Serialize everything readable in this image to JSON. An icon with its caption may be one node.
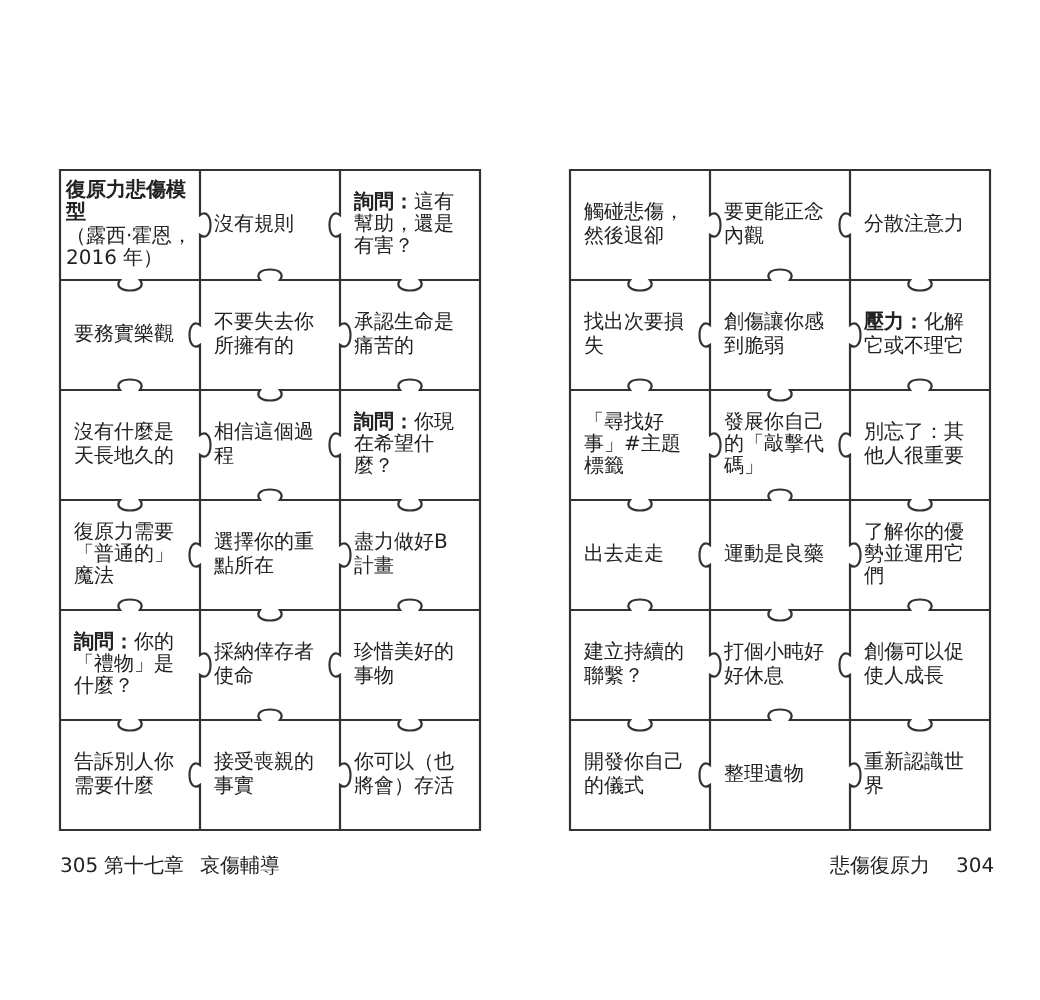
{
  "diagram": {
    "nodes": [
      {
        "text": [
          "復原力悲傷模型",
          "（露西·霍恩，2016 年）"
        ]
      },
      {
        "text": [
          "沒有規則"
        ]
      },
      {
        "text": [
          "**詢問：**這有幫助，還是有害？"
        ]
      },
      {
        "text": [
          "要務實樂觀"
        ]
      },
      {
        "text": [
          "不要失去你所擁有的"
        ]
      },
      {
        "text": [
          "承認生命是痛苦的"
        ]
      },
      {
        "text": [
          "沒有什麼是天長地久的"
        ]
      },
      {
        "text": [
          "相信這個過程"
        ]
      },
      {
        "text": [
          "**詢問：**你現在希望什麼？"
        ]
      },
      {
        "text": [
          "復原力需要「普通的」魔法"
        ]
      },
      {
        "text": [
          "選擇你的重點所在"
        ]
      },
      {
        "text": [
          "盡力做好B計畫"
        ]
      },
      {
        "text": [
          "**詢問：**你的「禮物」是什麼？"
        ]
      },
      {
        "text": [
          "採納倖存者使命"
        ]
      },
      {
        "text": [
          "珍惜美好的事物"
        ]
      },
      {
        "text": [
          "告訴別人你需要什麼"
        ]
      },
      {
        "text": [
          "接受喪親的事實"
        ]
      },
      {
        "text": [
          "你可以（也將會）存活"
        ]
      },
      {
        "text": [
          "觸碰悲傷，然後退卻"
        ]
      },
      {
        "text": [
          "要更能正念內觀"
        ]
      },
      {
        "text": [
          "分散注意力"
        ]
      },
      {
        "text": [
          "找出次要損失"
        ]
      },
      {
        "text": [
          "創傷讓你感到脆弱"
        ]
      },
      {
        "text": [
          "**壓力：**化解它或不理它"
        ]
      },
      {
        "text": [
          "「尋找好事」#主題標籤"
        ]
      },
      {
        "text": [
          "發展你自己的「敲擊代碼」"
        ]
      },
      {
        "text": [
          "別忘了：其他人很重要"
        ]
      },
      {
        "text": [
          "出去走走"
        ]
      },
      {
        "text": [
          "運動是良藥"
        ]
      },
      {
        "text": [
          "了解你的優勢並運用它們"
        ]
      },
      {
        "text": [
          "建立持續的聯繫？"
        ]
      },
      {
        "text": [
          "打個小盹好好休息"
        ]
      },
      {
        "text": [
          "創傷可以促使人成長"
        ]
      },
      {
        "text": [
          "開發你自己的儀式"
        ]
      },
      {
        "text": [
          "整理遺物"
        ]
      },
      {
        "text": [
          "重新認識世界"
        ]
      }
    ],
    "labels": [
      "305",
      "第十七章",
      "哀傷輔導",
      "悲傷復原力",
      "304"
    ]
  }
}
